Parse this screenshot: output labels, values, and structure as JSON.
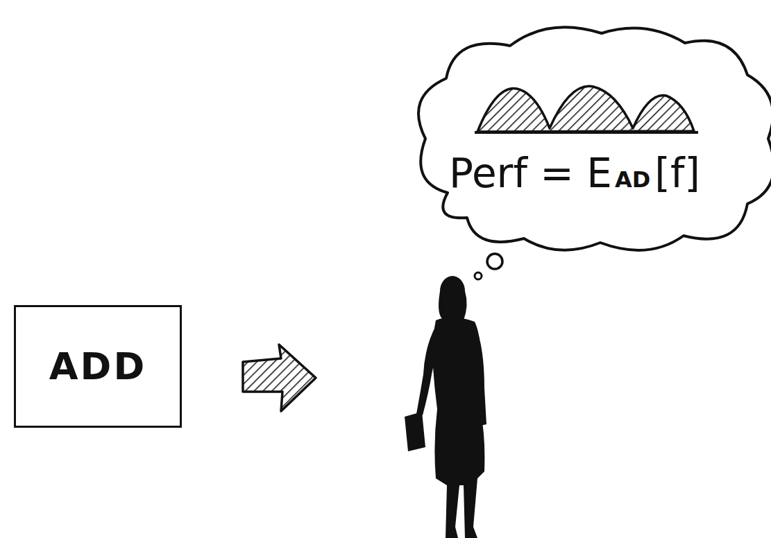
{
  "diagram": {
    "nodes": [
      {
        "text": [
          "ADD"
        ]
      },
      {
        "text": [
          "Perf = E",
          "AD",
          "[f]"
        ]
      }
    ]
  }
}
